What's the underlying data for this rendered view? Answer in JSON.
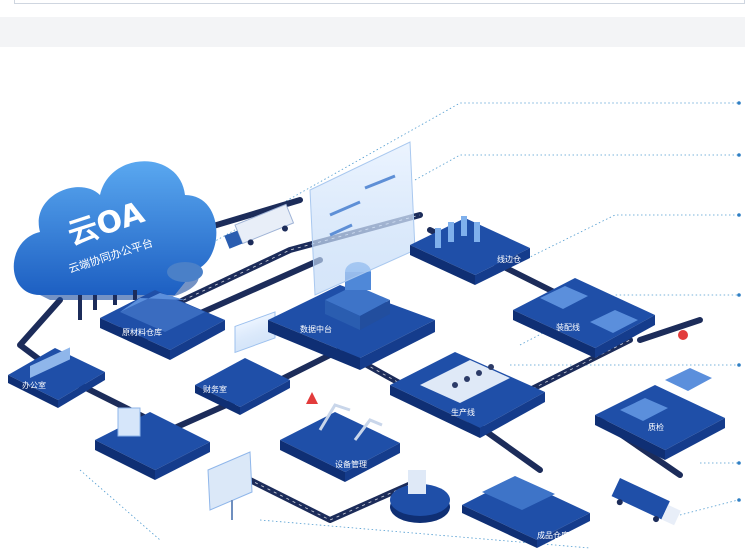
{
  "cloud": {
    "title": "云OA",
    "subtitle": "云端协同办公平台"
  },
  "modules": {
    "office": "办公室",
    "raw_warehouse": "原材料仓库",
    "finance": "财务室",
    "data_center": "数据中台",
    "line_side": "线边仓",
    "assembly": "装配线",
    "production_line": "生产线",
    "equipment": "设备管理",
    "quality": "质检",
    "finished_warehouse": "成品仓库"
  },
  "colors": {
    "platform_top": "#1f4fa8",
    "platform_side": "#0f2f74",
    "road": "#1c2c5a",
    "cloud": "#2a6fd0",
    "guide_line": "#4f9bd0"
  }
}
